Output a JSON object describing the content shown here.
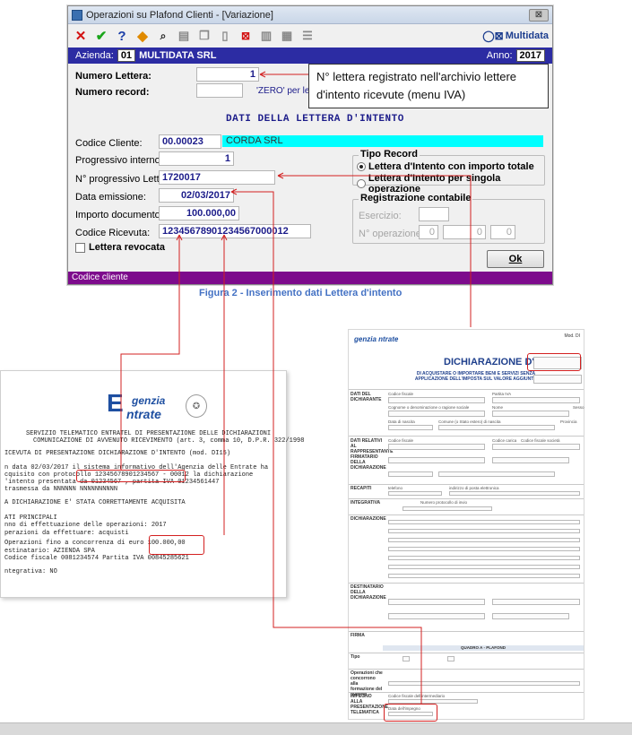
{
  "window": {
    "title": "Operazioni su Plafond Clienti - [Variazione]",
    "close_label": "⊠",
    "brand": "Multidata",
    "company_label": "Azienda:",
    "company_code": "01",
    "company_name": "MULTIDATA SRL",
    "year_label": "Anno:",
    "year": "2017"
  },
  "toolbar": {
    "icons": [
      "close-icon",
      "confirm-icon",
      "help-icon",
      "diamond-icon",
      "binoculars-icon",
      "print-icon",
      "copy-icon",
      "page-icon",
      "delete-icon",
      "attach-icon",
      "clipboard-icon",
      "list-icon"
    ]
  },
  "form": {
    "numero_lettera_label": "Numero Lettera:",
    "numero_lettera_value": "1",
    "numero_record_label": "Numero record:",
    "numero_record_value": "",
    "zero_hint": "'ZERO' per lette",
    "section_title": "DATI DELLA LETTERA D'INTENTO",
    "codice_cliente_label": "Codice Cliente:",
    "codice_cliente_value": "00.00023",
    "cliente_name": "CORDA SRL",
    "progressivo_interno_label": "Progressivo interno:",
    "progressivo_interno_value": "1",
    "progressivo_lettera_label": "N° progressivo Lettera:",
    "progressivo_lettera_value": "1720017",
    "data_emissione_label": "Data emissione:",
    "data_emissione_value": "02/03/2017",
    "importo_label": "Importo documento:",
    "importo_value": "100.000,00",
    "codice_ricevuta_label": "Codice Ricevuta:",
    "codice_ricevuta_value": "12345678901234567000012",
    "revocata_label": "Lettera revocata",
    "tipo_record_title": "Tipo Record",
    "radio_importo_totale": "Lettera d'Intento con importo totale",
    "radio_singola_operazione": "Lettera d'Intento per singola operazione",
    "registrazione_title": "Registrazione contabile",
    "esercizio_label": "Esercizio:",
    "esercizio_value": "",
    "n_operazione_label": "N° operazione:",
    "n_operazione_values": [
      "0",
      "0",
      "0"
    ],
    "ok_label": "Ok",
    "status_text": "Codice cliente"
  },
  "callout": {
    "text": "N° lettera registrato nell'archivio lettere d'intento ricevute (menu IVA)"
  },
  "caption": "Figura 2 - Inserimento dati Lettera d'intento",
  "doc_left": {
    "agenzia_word1": "genzia",
    "agenzia_word2": "ntrate",
    "lines": [
      "SERVIZIO TELEMATICO ENTRATEL DI PRESENTAZIONE DELLE DICHIARAZIONI",
      "COMUNICAZIONE DI AVVENUTO RICEVIMENTO (art. 3, comma 10, D.P.R. 322/1998",
      "ICEVUTA DI PRESENTAZIONE DICHIARAZIONE D'INTENTO (mod. DI15)",
      "n data 02/03/2017 il sistema informativo dell'Agenzia delle Entrate ha",
      "cquisito con protocollo 12345678901234567 - 00012 la dichiarazione",
      "'intento presentata da 01234567      , partita IVA 01234561447",
      " trasmessa da NNNNNN NNNNNNNNNN",
      "A DICHIARAZIONE E' STATA CORRETTAMENTE ACQUISITA",
      "ATI PRINCIPALI",
      "nno di effettuazione delle operazioni: 2017",
      "perazioni da effettuare: acquisti",
      " Operazioni fino a concorrenza di euro        100.000,00",
      "estinatario: AZIENDA SPA",
      "         Codice fiscale 0081234574          Partita IVA 00845285621",
      "ntegrativa: NO"
    ]
  },
  "doc_right": {
    "mod_tag": "Mod. DI",
    "title": "DICHIARAZIONE D'INTENTO",
    "subtitle": "DI ACQUISTARE O IMPORTARE BENI E SERVIZI SENZA APPLICAZIONE DELL'IMPOSTA SUL VALORE AGGIUNTO",
    "logo_text": "genzia ntrate",
    "sections": [
      "DATI DEL DICHIARANTE",
      "DATI RELATIVI AL RAPPRESENTANTE FIRMATARIO DELLA DICHIARAZIONE",
      "RECAPITI",
      "INTEGRATIVA",
      "DICHIARAZIONE",
      "DESTINATARIO DELLA DICHIARAZIONE",
      "FIRMA",
      "Tipo",
      "Operazioni che concorrono alla formazione del plafond",
      "IMPEGNO ALLA PRESENTAZIONE TELEMATICA"
    ],
    "band_label": "QUADRO A - PLAFOND",
    "field_labels": [
      "Codice fiscale",
      "Partita IVA",
      "Cognome o denominazione o ragione sociale",
      "Nome",
      "Sesso",
      "Data di nascita",
      "Comune (o Stato estero) di nascita",
      "Provincia",
      "Codice carica",
      "Codice fiscale società",
      "telefono",
      "indirizzo di posta elettronica",
      "Numero protocollo di invio",
      "Codice fiscale dell'intermediario",
      "Data dell'impegno"
    ]
  }
}
